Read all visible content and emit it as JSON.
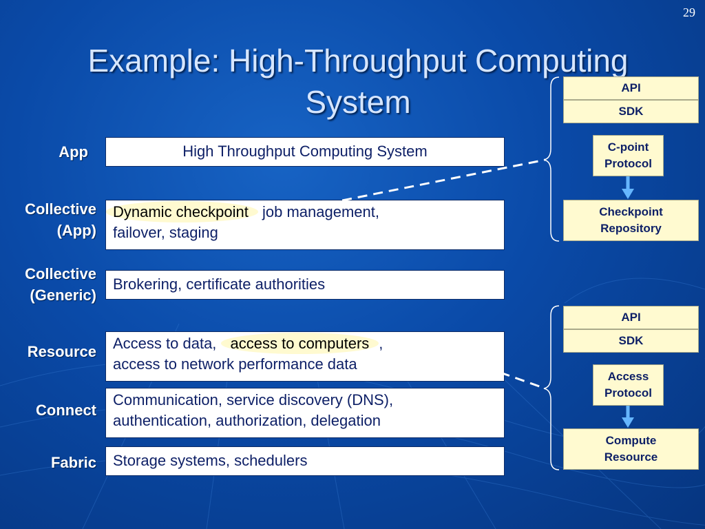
{
  "slide": {
    "number": "29",
    "title": "Example: High-Throughput Computing System"
  },
  "layers": [
    {
      "label": "App",
      "text": "High Throughput Computing System"
    },
    {
      "label": "Collective (App)",
      "highlight": "Dynamic checkpoint",
      "text_rest": " job management,",
      "text_line2": "failover, staging"
    },
    {
      "label": "Collective (Generic)",
      "text": "Brokering, certificate authorities"
    },
    {
      "label": "Resource",
      "text_prefix": "Access to data, ",
      "highlight": "access to computers",
      "text_rest": ",",
      "text_line2": "access to network performance data"
    },
    {
      "label": "Connect",
      "text": "Communication, service discovery (DNS),",
      "text_line2": "authentication, authorization, delegation"
    },
    {
      "label": "Fabric",
      "text": "Storage systems, schedulers"
    }
  ],
  "stack_top": {
    "api": "API",
    "sdk": "SDK",
    "protocol": "C-point Protocol",
    "target": "Checkpoint Repository"
  },
  "stack_bottom": {
    "api": "API",
    "sdk": "SDK",
    "protocol": "Access Protocol",
    "target": "Compute Resource"
  },
  "colors": {
    "background": "#0a4aa8",
    "highlight": "#fffad0",
    "arrow": "#66b6ff",
    "title": "#d6e6ff"
  }
}
